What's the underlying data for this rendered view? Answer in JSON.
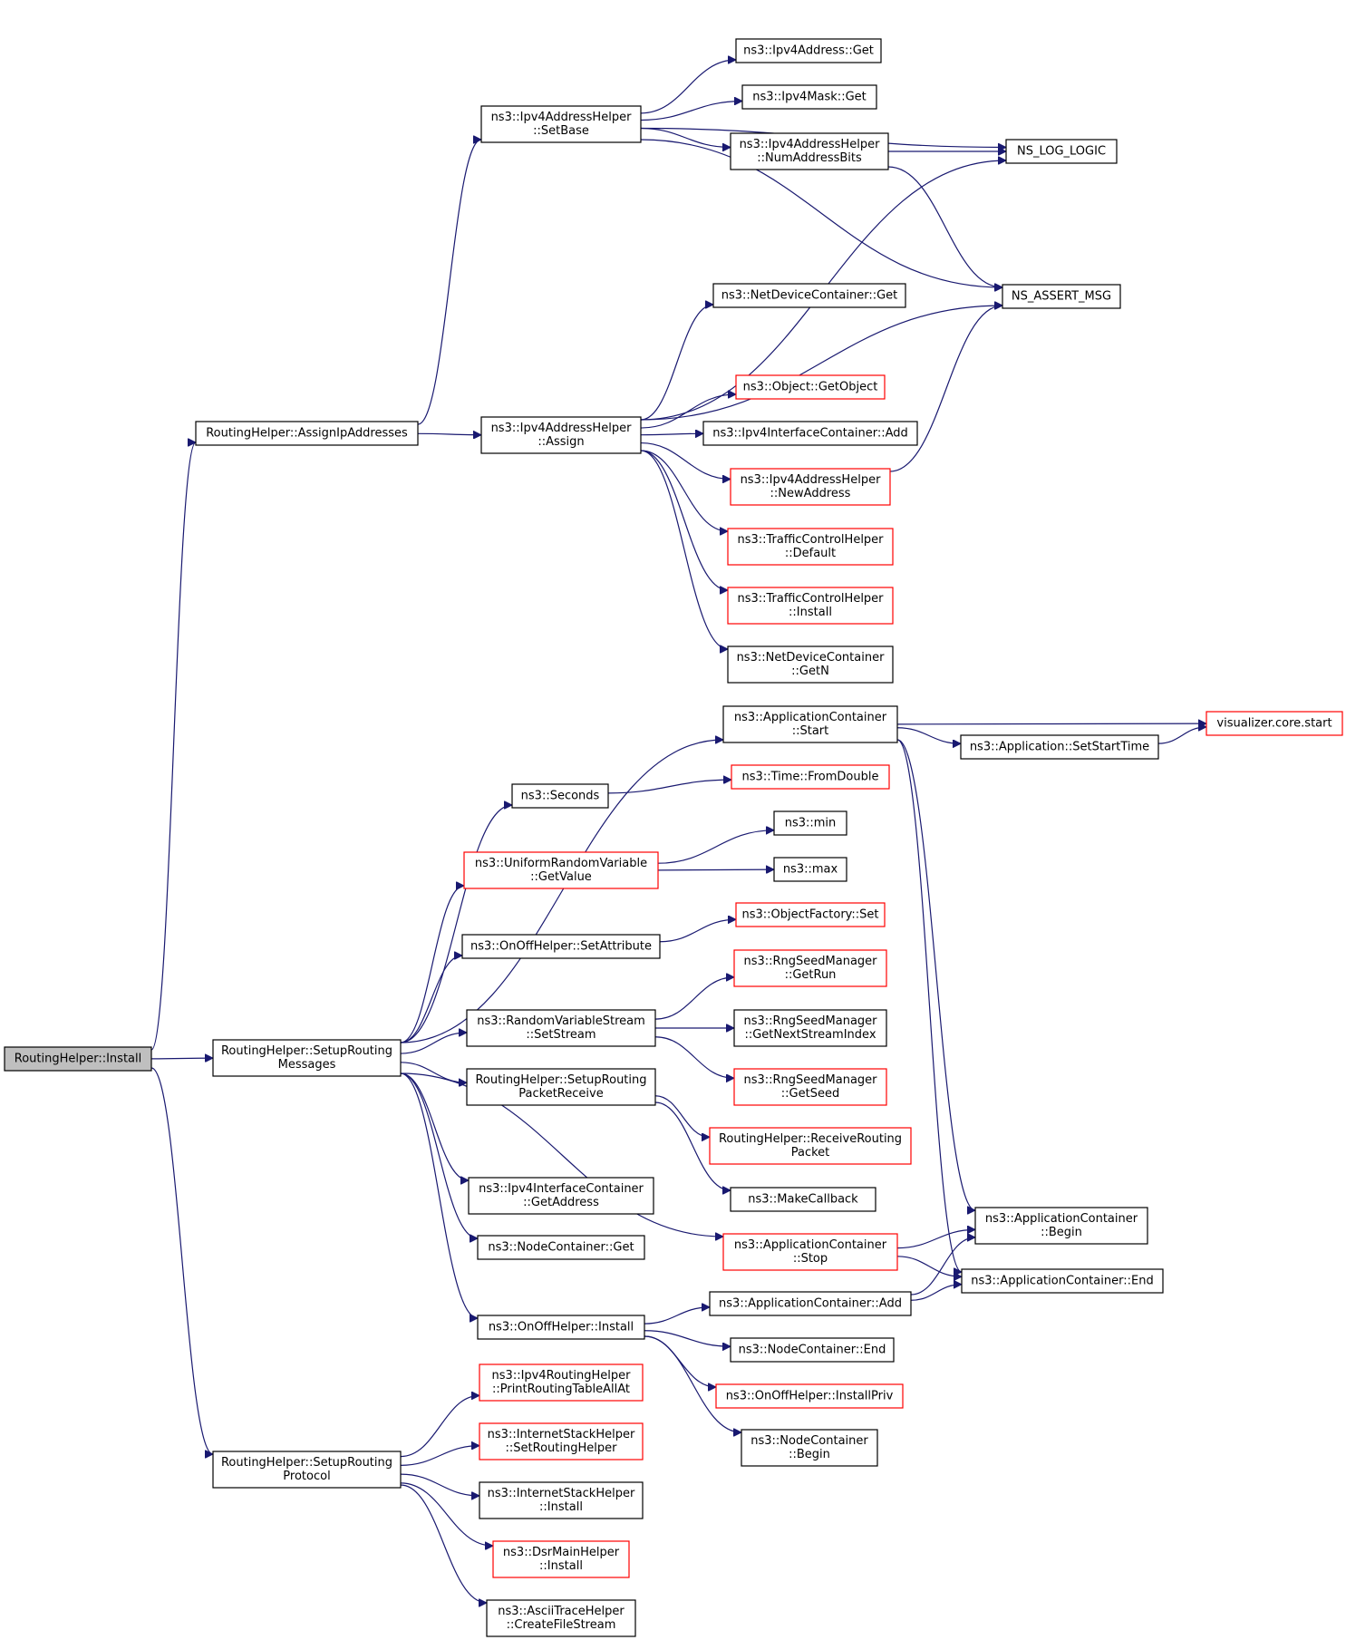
{
  "nodes": [
    {
      "id": "n0",
      "lines": [
        "RoutingHelper::Install"
      ],
      "red": false,
      "root": true
    },
    {
      "id": "n1",
      "lines": [
        "RoutingHelper::AssignIpAddresses"
      ],
      "red": false
    },
    {
      "id": "n2",
      "lines": [
        "RoutingHelper::SetupRouting",
        "Messages"
      ],
      "red": false
    },
    {
      "id": "n3",
      "lines": [
        "RoutingHelper::SetupRouting",
        "Protocol"
      ],
      "red": false
    },
    {
      "id": "n4",
      "lines": [
        "ns3::Ipv4AddressHelper",
        "::SetBase"
      ],
      "red": false
    },
    {
      "id": "n5",
      "lines": [
        "ns3::Ipv4AddressHelper",
        "::Assign"
      ],
      "red": false
    },
    {
      "id": "n6",
      "lines": [
        "ns3::Ipv4Address::Get"
      ],
      "red": false
    },
    {
      "id": "n7",
      "lines": [
        "ns3::Ipv4Mask::Get"
      ],
      "red": false
    },
    {
      "id": "n8",
      "lines": [
        "ns3::Ipv4AddressHelper",
        "::NumAddressBits"
      ],
      "red": false
    },
    {
      "id": "n9",
      "lines": [
        "NS_LOG_LOGIC"
      ],
      "red": false
    },
    {
      "id": "n10",
      "lines": [
        "NS_ASSERT_MSG"
      ],
      "red": false
    },
    {
      "id": "n11",
      "lines": [
        "ns3::NetDeviceContainer::Get"
      ],
      "red": false
    },
    {
      "id": "n12",
      "lines": [
        "ns3::Object::GetObject"
      ],
      "red": true
    },
    {
      "id": "n13",
      "lines": [
        "ns3::Ipv4InterfaceContainer::Add"
      ],
      "red": false
    },
    {
      "id": "n14",
      "lines": [
        "ns3::Ipv4AddressHelper",
        "::NewAddress"
      ],
      "red": true
    },
    {
      "id": "n15",
      "lines": [
        "ns3::TrafficControlHelper",
        "::Default"
      ],
      "red": true
    },
    {
      "id": "n16",
      "lines": [
        "ns3::TrafficControlHelper",
        "::Install"
      ],
      "red": true
    },
    {
      "id": "n17",
      "lines": [
        "ns3::NetDeviceContainer",
        "::GetN"
      ],
      "red": false
    },
    {
      "id": "n18",
      "lines": [
        "ns3::ApplicationContainer",
        "::Start"
      ],
      "red": false
    },
    {
      "id": "n19",
      "lines": [
        "visualizer.core.start"
      ],
      "red": true
    },
    {
      "id": "n20",
      "lines": [
        "ns3::Application::SetStartTime"
      ],
      "red": false
    },
    {
      "id": "n21",
      "lines": [
        "ns3::Seconds"
      ],
      "red": false
    },
    {
      "id": "n22",
      "lines": [
        "ns3::Time::FromDouble"
      ],
      "red": true
    },
    {
      "id": "n23",
      "lines": [
        "ns3::min"
      ],
      "red": false
    },
    {
      "id": "n24",
      "lines": [
        "ns3::UniformRandomVariable",
        "::GetValue"
      ],
      "red": true
    },
    {
      "id": "n25",
      "lines": [
        "ns3::max"
      ],
      "red": false
    },
    {
      "id": "n26",
      "lines": [
        "ns3::ObjectFactory::Set"
      ],
      "red": true
    },
    {
      "id": "n27",
      "lines": [
        "ns3::OnOffHelper::SetAttribute"
      ],
      "red": false
    },
    {
      "id": "n28",
      "lines": [
        "ns3::RngSeedManager",
        "::GetRun"
      ],
      "red": true
    },
    {
      "id": "n29",
      "lines": [
        "ns3::RandomVariableStream",
        "::SetStream"
      ],
      "red": false
    },
    {
      "id": "n30",
      "lines": [
        "ns3::RngSeedManager",
        "::GetNextStreamIndex"
      ],
      "red": false
    },
    {
      "id": "n31",
      "lines": [
        "ns3::RngSeedManager",
        "::GetSeed"
      ],
      "red": true
    },
    {
      "id": "n32",
      "lines": [
        "RoutingHelper::SetupRouting",
        "PacketReceive"
      ],
      "red": false
    },
    {
      "id": "n33",
      "lines": [
        "RoutingHelper::ReceiveRouting",
        "Packet"
      ],
      "red": true
    },
    {
      "id": "n34",
      "lines": [
        "ns3::MakeCallback"
      ],
      "red": false
    },
    {
      "id": "n35",
      "lines": [
        "ns3::Ipv4InterfaceContainer",
        "::GetAddress"
      ],
      "red": false
    },
    {
      "id": "n36",
      "lines": [
        "ns3::ApplicationContainer",
        "::Begin"
      ],
      "red": false
    },
    {
      "id": "n37",
      "lines": [
        "ns3::NodeContainer::Get"
      ],
      "red": false
    },
    {
      "id": "n38",
      "lines": [
        "ns3::ApplicationContainer",
        "::Stop"
      ],
      "red": true
    },
    {
      "id": "n39",
      "lines": [
        "ns3::ApplicationContainer::End"
      ],
      "red": false
    },
    {
      "id": "n40",
      "lines": [
        "ns3::ApplicationContainer::Add"
      ],
      "red": false
    },
    {
      "id": "n41",
      "lines": [
        "ns3::OnOffHelper::Install"
      ],
      "red": false
    },
    {
      "id": "n42",
      "lines": [
        "ns3::NodeContainer::End"
      ],
      "red": false
    },
    {
      "id": "n43",
      "lines": [
        "ns3::OnOffHelper::InstallPriv"
      ],
      "red": true
    },
    {
      "id": "n44",
      "lines": [
        "ns3::NodeContainer",
        "::Begin"
      ],
      "red": false
    },
    {
      "id": "n45",
      "lines": [
        "ns3::Ipv4RoutingHelper",
        "::PrintRoutingTableAllAt"
      ],
      "red": true
    },
    {
      "id": "n46",
      "lines": [
        "ns3::InternetStackHelper",
        "::SetRoutingHelper"
      ],
      "red": true
    },
    {
      "id": "n47",
      "lines": [
        "ns3::InternetStackHelper",
        "::Install"
      ],
      "red": false
    },
    {
      "id": "n48",
      "lines": [
        "ns3::DsrMainHelper",
        "::Install"
      ],
      "red": true
    },
    {
      "id": "n49",
      "lines": [
        "ns3::AsciiTraceHelper",
        "::CreateFileStream"
      ],
      "red": false
    }
  ],
  "edges": [
    [
      "n0",
      "n1"
    ],
    [
      "n0",
      "n2"
    ],
    [
      "n0",
      "n3"
    ],
    [
      "n1",
      "n4"
    ],
    [
      "n1",
      "n5"
    ],
    [
      "n4",
      "n6"
    ],
    [
      "n4",
      "n7"
    ],
    [
      "n4",
      "n8"
    ],
    [
      "n4",
      "n9"
    ],
    [
      "n4",
      "n10"
    ],
    [
      "n8",
      "n9"
    ],
    [
      "n8",
      "n10"
    ],
    [
      "n5",
      "n9"
    ],
    [
      "n5",
      "n11"
    ],
    [
      "n5",
      "n10"
    ],
    [
      "n5",
      "n12"
    ],
    [
      "n5",
      "n13"
    ],
    [
      "n5",
      "n14"
    ],
    [
      "n5",
      "n15"
    ],
    [
      "n5",
      "n16"
    ],
    [
      "n5",
      "n17"
    ],
    [
      "n14",
      "n10"
    ],
    [
      "n2",
      "n18"
    ],
    [
      "n2",
      "n21"
    ],
    [
      "n2",
      "n24"
    ],
    [
      "n2",
      "n27"
    ],
    [
      "n2",
      "n29"
    ],
    [
      "n2",
      "n32"
    ],
    [
      "n2",
      "n38"
    ],
    [
      "n2",
      "n35"
    ],
    [
      "n2",
      "n37"
    ],
    [
      "n2",
      "n41"
    ],
    [
      "n18",
      "n19"
    ],
    [
      "n18",
      "n20"
    ],
    [
      "n18",
      "n36"
    ],
    [
      "n18",
      "n39"
    ],
    [
      "n20",
      "n19"
    ],
    [
      "n21",
      "n22"
    ],
    [
      "n24",
      "n23"
    ],
    [
      "n24",
      "n25"
    ],
    [
      "n27",
      "n26"
    ],
    [
      "n29",
      "n28"
    ],
    [
      "n29",
      "n30"
    ],
    [
      "n29",
      "n31"
    ],
    [
      "n32",
      "n33"
    ],
    [
      "n32",
      "n34"
    ],
    [
      "n38",
      "n36"
    ],
    [
      "n38",
      "n39"
    ],
    [
      "n40",
      "n36"
    ],
    [
      "n40",
      "n39"
    ],
    [
      "n41",
      "n40"
    ],
    [
      "n41",
      "n42"
    ],
    [
      "n41",
      "n43"
    ],
    [
      "n41",
      "n44"
    ],
    [
      "n3",
      "n45"
    ],
    [
      "n3",
      "n46"
    ],
    [
      "n3",
      "n47"
    ],
    [
      "n3",
      "n48"
    ],
    [
      "n3",
      "n49"
    ]
  ]
}
